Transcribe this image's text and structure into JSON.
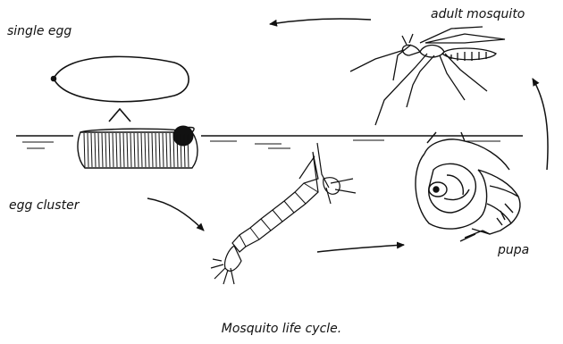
{
  "labels": {
    "single_egg": "single egg",
    "adult_mosquito": "adult mosquito",
    "egg_cluster": "egg cluster",
    "pupa": "pupa"
  },
  "caption": "Mosquito life cycle.",
  "colors": {
    "ink": "#111111",
    "background": "#ffffff"
  }
}
